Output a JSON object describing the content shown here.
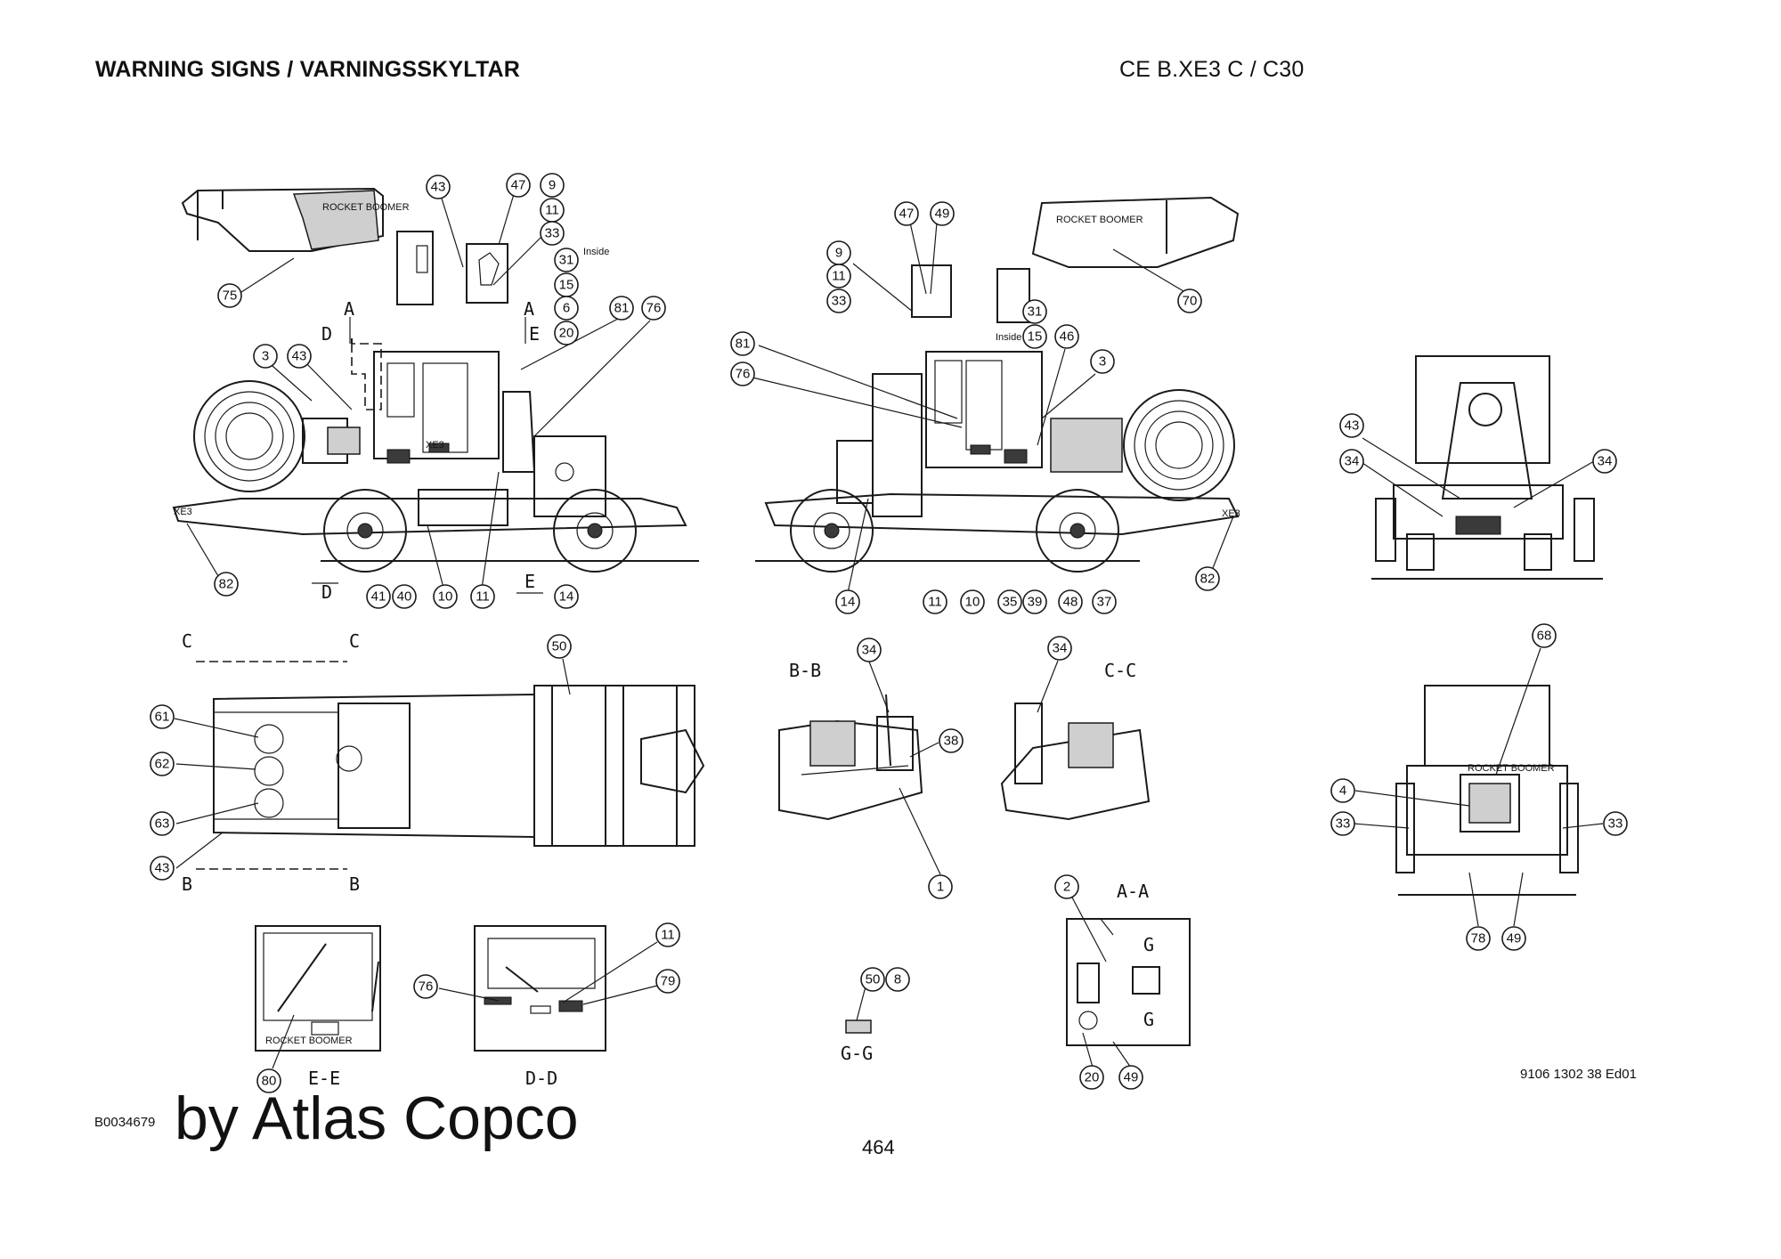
{
  "header": {
    "title": "WARNING SIGNS / VARNINGSSKYLTAR",
    "model": "CE B.XE3 C / C30"
  },
  "footer": {
    "doc_number": "9106 1302 38 Ed01",
    "image_id": "B0034679",
    "brand": "by Atlas Copco",
    "page_number": "464"
  },
  "views": {
    "bb": "B-B",
    "cc": "C-C",
    "aa": "A-A",
    "gg": "G-G",
    "ee": "E-E",
    "dd": "D-D",
    "marker_a": "A",
    "marker_b": "B",
    "marker_c": "C",
    "marker_d": "D",
    "marker_e": "E",
    "marker_g": "G"
  },
  "notes": {
    "inside": "Inside"
  },
  "balloons": {
    "b75": "75",
    "b43a": "43",
    "b47a": "47",
    "b9a": "9",
    "b11a": "11",
    "b33a": "33",
    "b31a": "31",
    "b15a": "15",
    "b6": "6",
    "b20a": "20",
    "b81a": "81",
    "b76a": "76",
    "b3a": "3",
    "b43b": "43",
    "b82a": "82",
    "b41": "41",
    "b40": "40",
    "b10a": "10",
    "b11b": "11",
    "b14a": "14",
    "b47b": "47",
    "b49a": "49",
    "b9b": "9",
    "b11c": "11",
    "b33b": "33",
    "b70": "70",
    "b31b": "31",
    "b15b": "15",
    "b46": "46",
    "b3b": "3",
    "b81b": "81",
    "b76b": "76",
    "b14b": "14",
    "b11d": "11",
    "b10b": "10",
    "b35": "35",
    "b39": "39",
    "b48": "48",
    "b37": "37",
    "b82b": "82",
    "b43c": "43",
    "b34a": "34",
    "b34b": "34",
    "b50a": "50",
    "b61": "61",
    "b62": "62",
    "b63": "63",
    "b43d": "43",
    "b34c": "34",
    "b38": "38",
    "b1": "1",
    "b34d": "34",
    "b68": "68",
    "b4": "4",
    "b33c": "33",
    "b33d": "33",
    "b78": "78",
    "b49b": "49",
    "b11e": "11",
    "b79": "79",
    "b76c": "76",
    "b80": "80",
    "b50b": "50",
    "b8": "8",
    "b2": "2",
    "b20b": "20",
    "b49c": "49"
  },
  "decals": {
    "rocket_boomer": "ROCKET BOOMER",
    "xe3": "XE3"
  }
}
